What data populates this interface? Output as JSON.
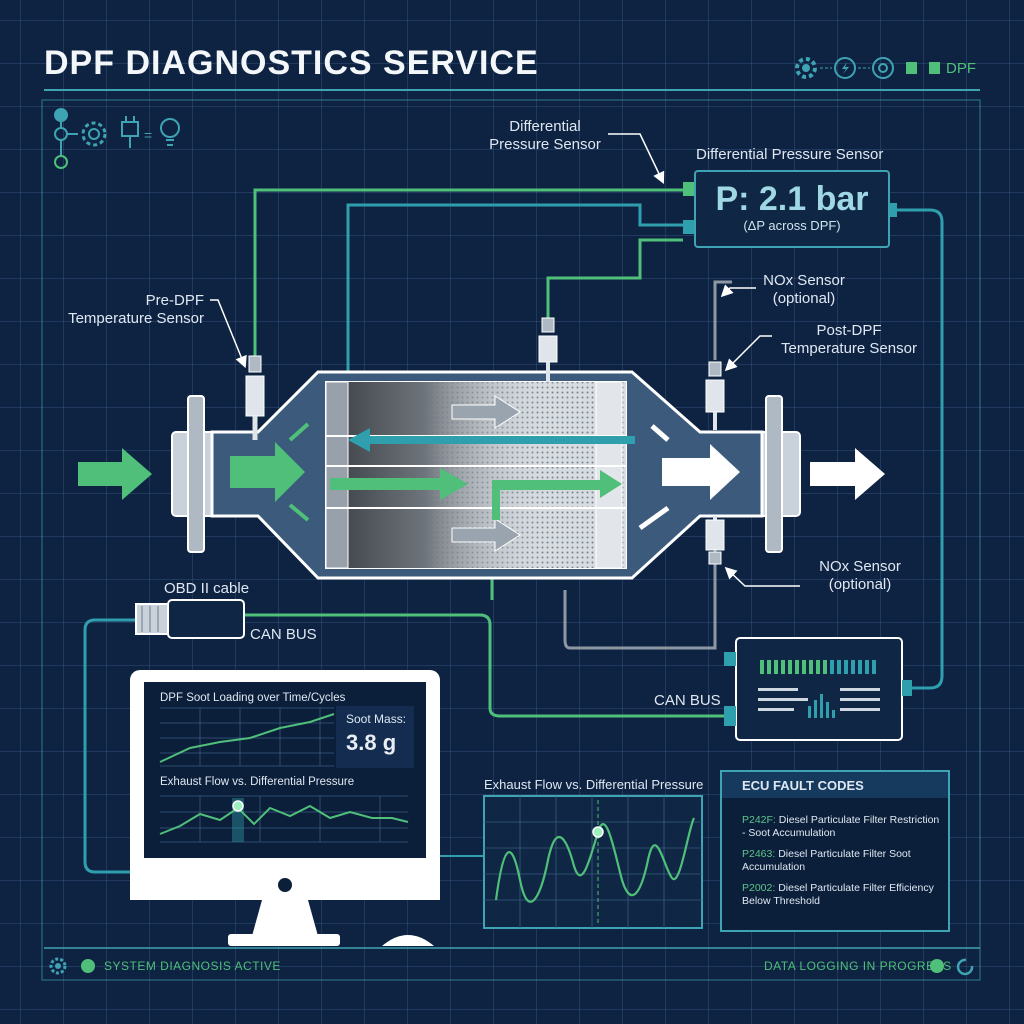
{
  "header": {
    "title": "DPF DIAGNOSTICS SERVICE",
    "top_right_tag": "DPF"
  },
  "colors": {
    "background": "#0e2342",
    "accent_green": "#4fbf7a",
    "accent_teal": "#3ea3b2",
    "text": "#dfe8f2"
  },
  "icons": [
    "gear-icon",
    "lightning-icon",
    "eye-icon",
    "plug-icon",
    "bulb-icon"
  ],
  "labels": {
    "diff_sensor_callout": [
      "Differential",
      "Pressure Sensor"
    ],
    "diff_sensor_title": "Differential Pressure Sensor",
    "pre_dpf": [
      "Pre-DPF",
      "Temperature Sensor"
    ],
    "nox_top": [
      "NOx Sensor",
      "(optional)"
    ],
    "post_dpf": [
      "Post-DPF",
      "Temperature Sensor"
    ],
    "nox_bottom": [
      "NOx Sensor",
      "(optional)"
    ],
    "obd_cable": "OBD II cable",
    "can_bus_1": "CAN BUS",
    "can_bus_2": "CAN BUS"
  },
  "pressure_readout": {
    "value": "P: 2.1 bar",
    "note": "(ΔP across DPF)"
  },
  "monitor": {
    "chart1_title": "DPF Soot Loading over Time/Cycles",
    "soot_label": "Soot Mass:",
    "soot_value": "3.8 g",
    "chart2_title": "Exhaust Flow vs. Differential Pressure"
  },
  "scope": {
    "title": "Exhaust Flow vs. Differential Pressure"
  },
  "fault_codes": {
    "heading": "ECU FAULT CODES",
    "items": [
      {
        "code": "P242F:",
        "text": "Diesel Particulate Filter Restriction - Soot Accumulation"
      },
      {
        "code": "P2463:",
        "text": "Diesel Particulate Filter Soot Accumulation"
      },
      {
        "code": "P2002:",
        "text": "Diesel Particulate Filter Efficiency Below Threshold"
      }
    ]
  },
  "status": {
    "left": "SYSTEM DIAGNOSIS ACTIVE",
    "right": "DATA LOGGING IN PROGRESS"
  }
}
